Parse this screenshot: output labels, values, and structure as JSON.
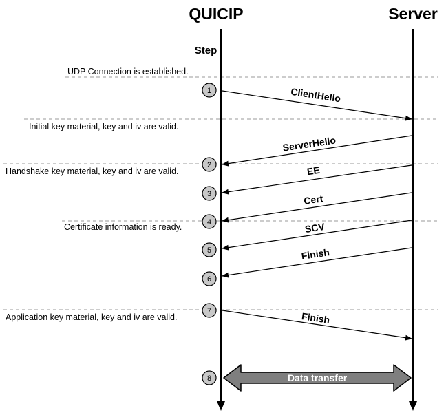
{
  "lifelines": {
    "client": "QUICIP",
    "server": "Server",
    "step_header": "Step"
  },
  "notes": [
    "UDP Connection is established.",
    "Initial key material, key and iv are valid.",
    "Handshake key material, key and iv are valid.",
    "Certificate information is ready.",
    "Application key material, key and iv are valid."
  ],
  "steps": [
    "1",
    "2",
    "3",
    "4",
    "5",
    "6",
    "7",
    "8"
  ],
  "messages": [
    {
      "label": "ClientHello",
      "direction": "to-server"
    },
    {
      "label": "ServerHello",
      "direction": "to-client"
    },
    {
      "label": "EE",
      "direction": "to-client"
    },
    {
      "label": "Cert",
      "direction": "to-client"
    },
    {
      "label": "SCV",
      "direction": "to-client"
    },
    {
      "label": "Finish",
      "direction": "to-client"
    },
    {
      "label": "Finish",
      "direction": "to-server"
    }
  ],
  "data_transfer": {
    "label": "Data transfer",
    "direction": "bidirectional"
  },
  "colors": {
    "line": "#000000",
    "separator": "#9a9a9a",
    "step_circle": "#c8c8c8",
    "data_arrow": "#7f7f7f"
  }
}
